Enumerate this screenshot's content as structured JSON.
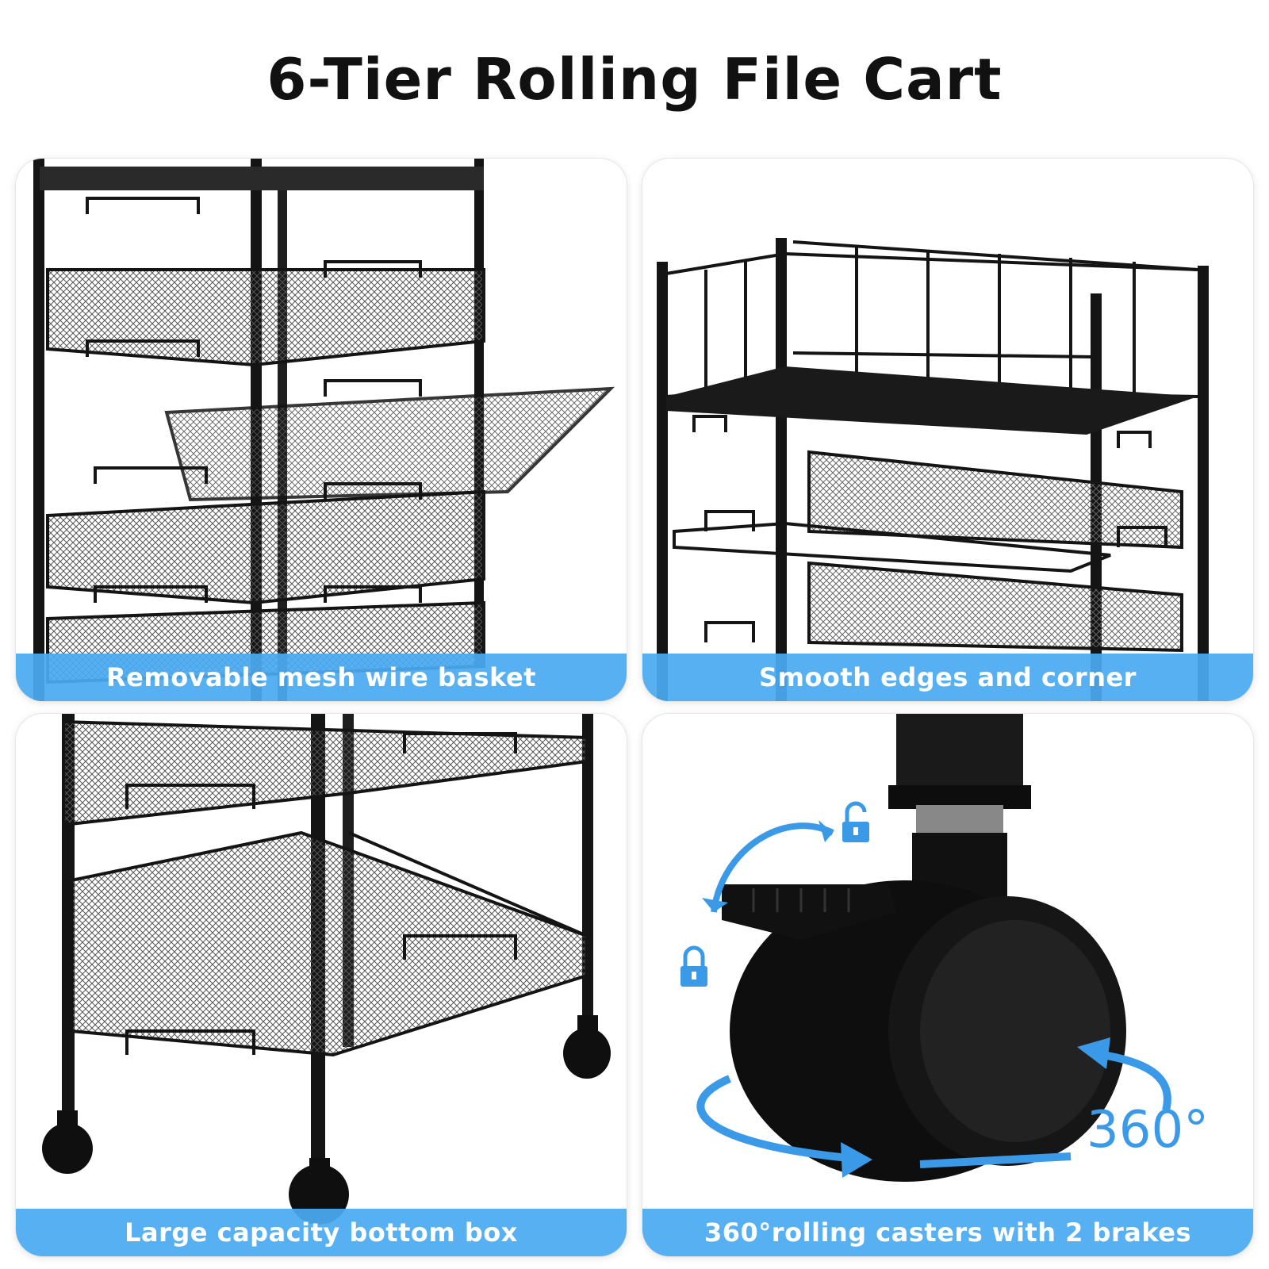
{
  "title": "6-Tier Rolling File Cart",
  "panels": [
    {
      "caption": "Removable mesh wire basket"
    },
    {
      "caption": "Smooth edges and corner"
    },
    {
      "caption": "Large capacity bottom box"
    },
    {
      "caption": "360°rolling casters with 2 brakes"
    }
  ],
  "caster": {
    "degree_label": "360°"
  },
  "colors": {
    "frame": "#141414",
    "accent": "#4aaaf0",
    "arrow": "#3b9ae8"
  },
  "icons": [
    "lock-icon",
    "unlock-icon",
    "rotate-arrow-icon"
  ]
}
